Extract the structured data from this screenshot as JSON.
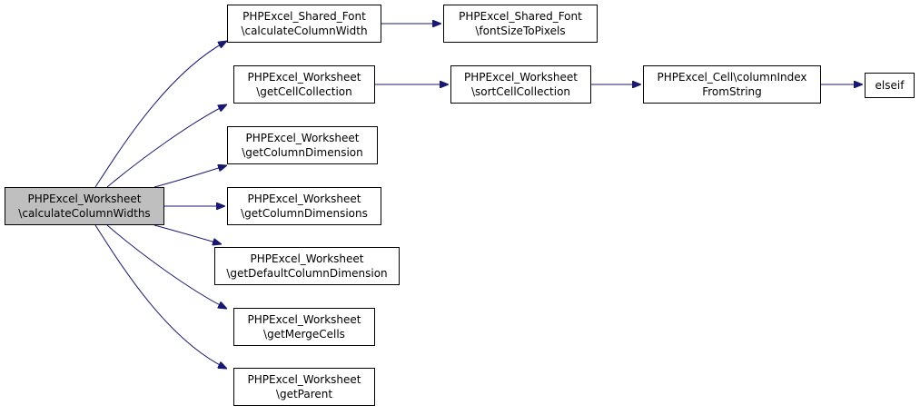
{
  "colors": {
    "edge": "#191970",
    "root_fill": "#bfbfbf",
    "node_fill": "#ffffff",
    "border": "#000000"
  },
  "nodes": {
    "root": {
      "line1": "PHPExcel_Worksheet",
      "line2": "\\calculateColumnWidths"
    },
    "shared_font_calc": {
      "line1": "PHPExcel_Shared_Font",
      "line2": "\\calculateColumnWidth"
    },
    "shared_font_px": {
      "line1": "PHPExcel_Shared_Font",
      "line2": "\\fontSizeToPixels"
    },
    "get_cell_collection": {
      "line1": "PHPExcel_Worksheet",
      "line2": "\\getCellCollection"
    },
    "sort_cell_collection": {
      "line1": "PHPExcel_Worksheet",
      "line2": "\\sortCellCollection"
    },
    "column_index": {
      "line1": "PHPExcel_Cell\\columnIndex",
      "line2": "FromString"
    },
    "elseif": {
      "line1": "elseif"
    },
    "get_column_dimension": {
      "line1": "PHPExcel_Worksheet",
      "line2": "\\getColumnDimension"
    },
    "get_column_dimensions": {
      "line1": "PHPExcel_Worksheet",
      "line2": "\\getColumnDimensions"
    },
    "get_default_column_dimension": {
      "line1": "PHPExcel_Worksheet",
      "line2": "\\getDefaultColumnDimension"
    },
    "get_merge_cells": {
      "line1": "PHPExcel_Worksheet",
      "line2": "\\getMergeCells"
    },
    "get_parent": {
      "line1": "PHPExcel_Worksheet",
      "line2": "\\getParent"
    }
  }
}
